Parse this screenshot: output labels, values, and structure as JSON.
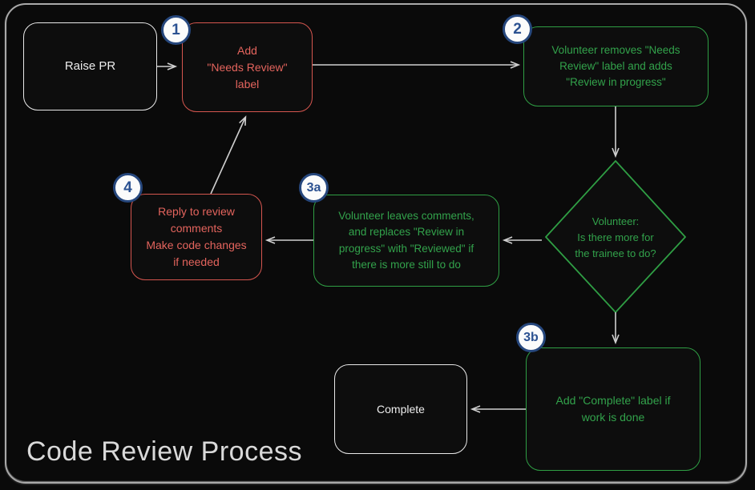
{
  "title": "Code Review Process",
  "colors": {
    "background": "#0a0a0a",
    "frame_border": "#a9a9a9",
    "red": "#e4645d",
    "green": "#2f9e44",
    "neutral": "#ededed",
    "arrow": "#cfcfcf",
    "badge_fill": "#fbfbfb",
    "badge_border": "#26477d",
    "badge_text": "#2b5191"
  },
  "nodes": {
    "raise_pr": {
      "label": "Raise PR"
    },
    "step1": {
      "badge": "1",
      "label": "Add\n\"Needs Review\"\nlabel"
    },
    "step2": {
      "badge": "2",
      "label": "Volunteer removes \"Needs\nReview\" label and adds\n\"Review in progress\""
    },
    "decision": {
      "label": "Volunteer:\nIs there more for\nthe trainee to do?"
    },
    "step3a": {
      "badge": "3a",
      "label": "Volunteer leaves comments,\nand replaces \"Review in\nprogress\" with \"Reviewed\" if\nthere is more still to do"
    },
    "step4": {
      "badge": "4",
      "label": "Reply to review\ncomments\nMake code changes\nif needed"
    },
    "step3b": {
      "badge": "3b",
      "label": "Add \"Complete\" label if\nwork is done"
    },
    "complete": {
      "label": "Complete"
    }
  }
}
